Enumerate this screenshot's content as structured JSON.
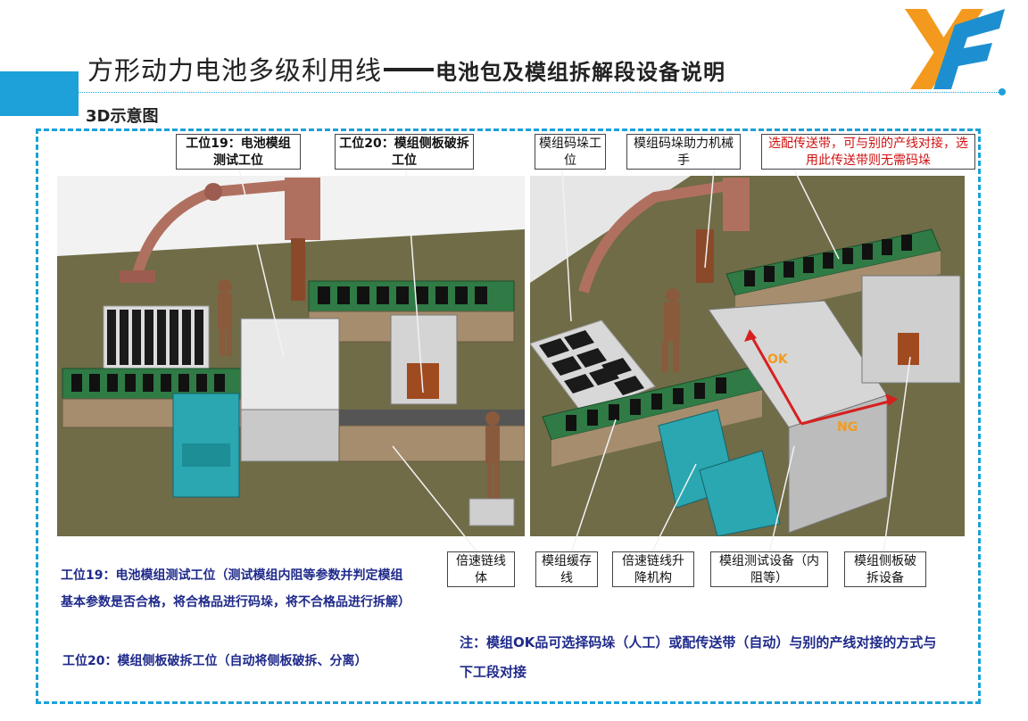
{
  "header": {
    "title_main": "方形动力电池多级利用线",
    "title_sub": "电池包及模组拆解段设备说明",
    "section": "3D示意图"
  },
  "callouts": {
    "station19": "工位19：电池模组测试工位",
    "station20": "工位20：模组侧板破拆工位",
    "stack_station": "模组码垛工位",
    "stack_arm": "模组码垛助力机械手",
    "conveyor_note": "选配传送带，可与别的产线对接，选用此传送带则无需码垛",
    "chain_line": "倍速链线体",
    "buffer_line": "模组缓存线",
    "lift_mech": "倍速链线升降机构",
    "test_equipment": "模组测试设备（内阻等）",
    "side_break_equipment": "模组侧板破拆设备"
  },
  "diagram_labels": {
    "ok": "OK",
    "ng": "NG"
  },
  "description": {
    "station19": "工位19：电池模组测试工位（测试模组内阻等参数并判定模组基本参数是否合格，将合格品进行码垛，将不合格品进行拆解）",
    "station20": "工位20：模组侧板破拆工位（自动将侧板破拆、分离）"
  },
  "note": "注：模组OK品可选择码垛（人工）或配传送带（自动）与别的产线对接的方式与下工段对接",
  "colors": {
    "accent": "#1da1d8",
    "logo_orange": "#f39a1e",
    "logo_blue": "#1d8fd0",
    "text_blue": "#1f2a8a",
    "callout_red": "#d01010",
    "arrow_red": "#d62020",
    "floor": "#6f6c47",
    "conveyor_green": "#2f7a45",
    "cabinet_teal": "#2aa7b0",
    "robot_arm": "#b07060"
  }
}
